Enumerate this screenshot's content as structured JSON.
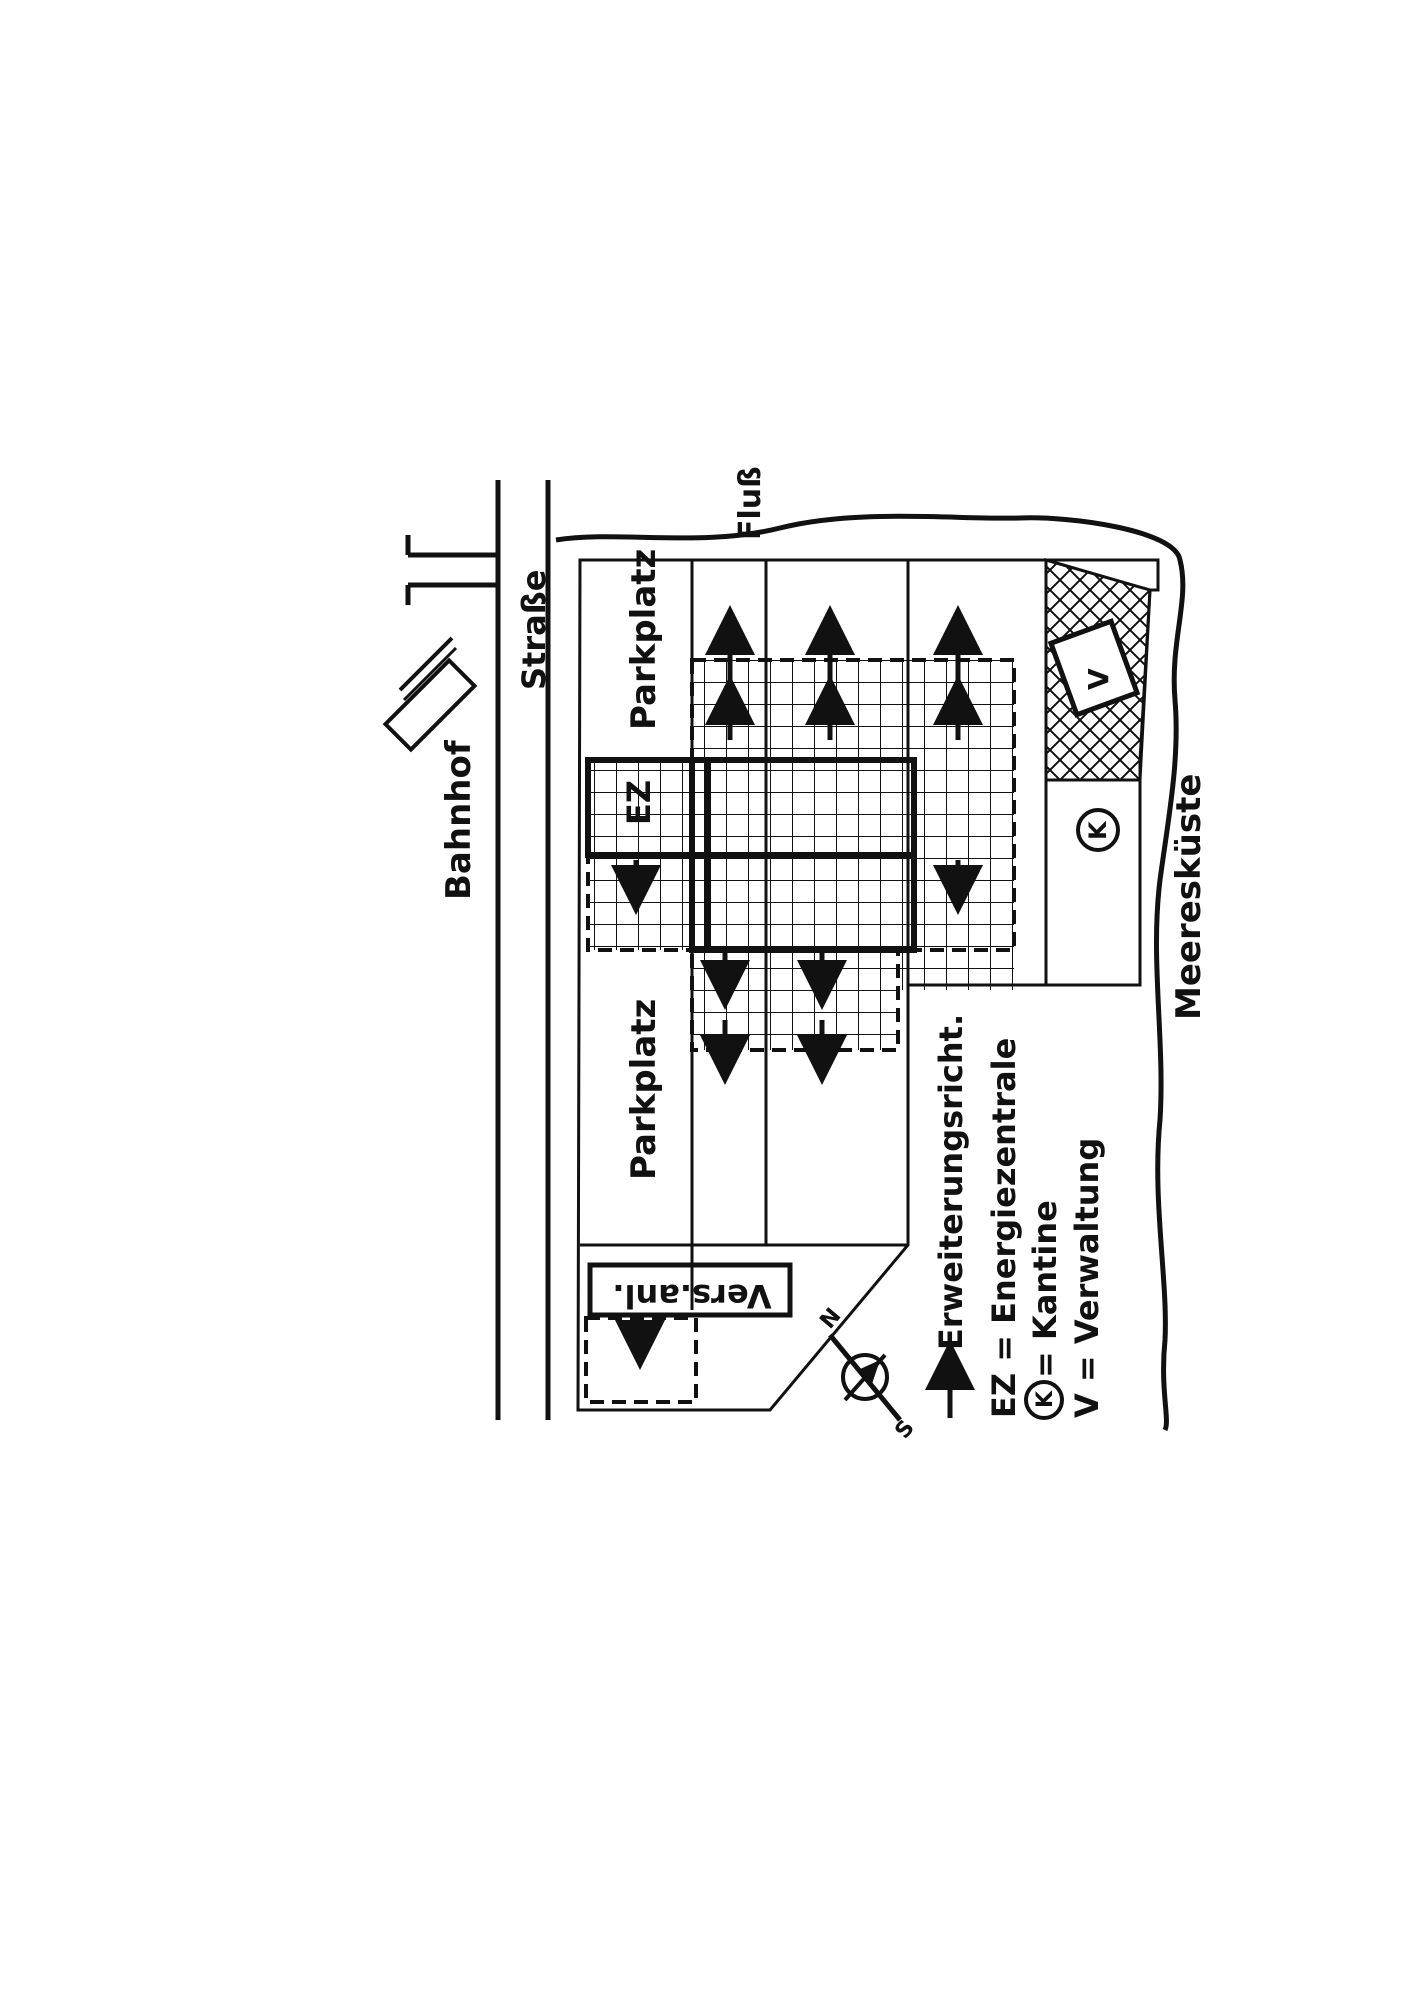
{
  "labels": {
    "bahnhof": "Bahnhof",
    "strasse": "Straße",
    "fluss": "Fluß",
    "parkplatz_top": "Parkplatz",
    "parkplatz_bottom": "Parkplatz",
    "ez": "EZ",
    "vers": "Vers.anl.",
    "kantine_symbol": "K",
    "verwaltung_symbol": "V",
    "meereskueste": "Meeresküste",
    "compass_n": "N",
    "compass_s": "S"
  },
  "legend": {
    "arrow_text": "Erweiterungsricht.",
    "ez_text": "EZ = Energiezentrale",
    "k_symbol": "K",
    "k_text": "= Kantine",
    "v_text": "V  =  Verwaltung"
  },
  "colors": {
    "ink": "#111111",
    "paper": "#ffffff"
  }
}
